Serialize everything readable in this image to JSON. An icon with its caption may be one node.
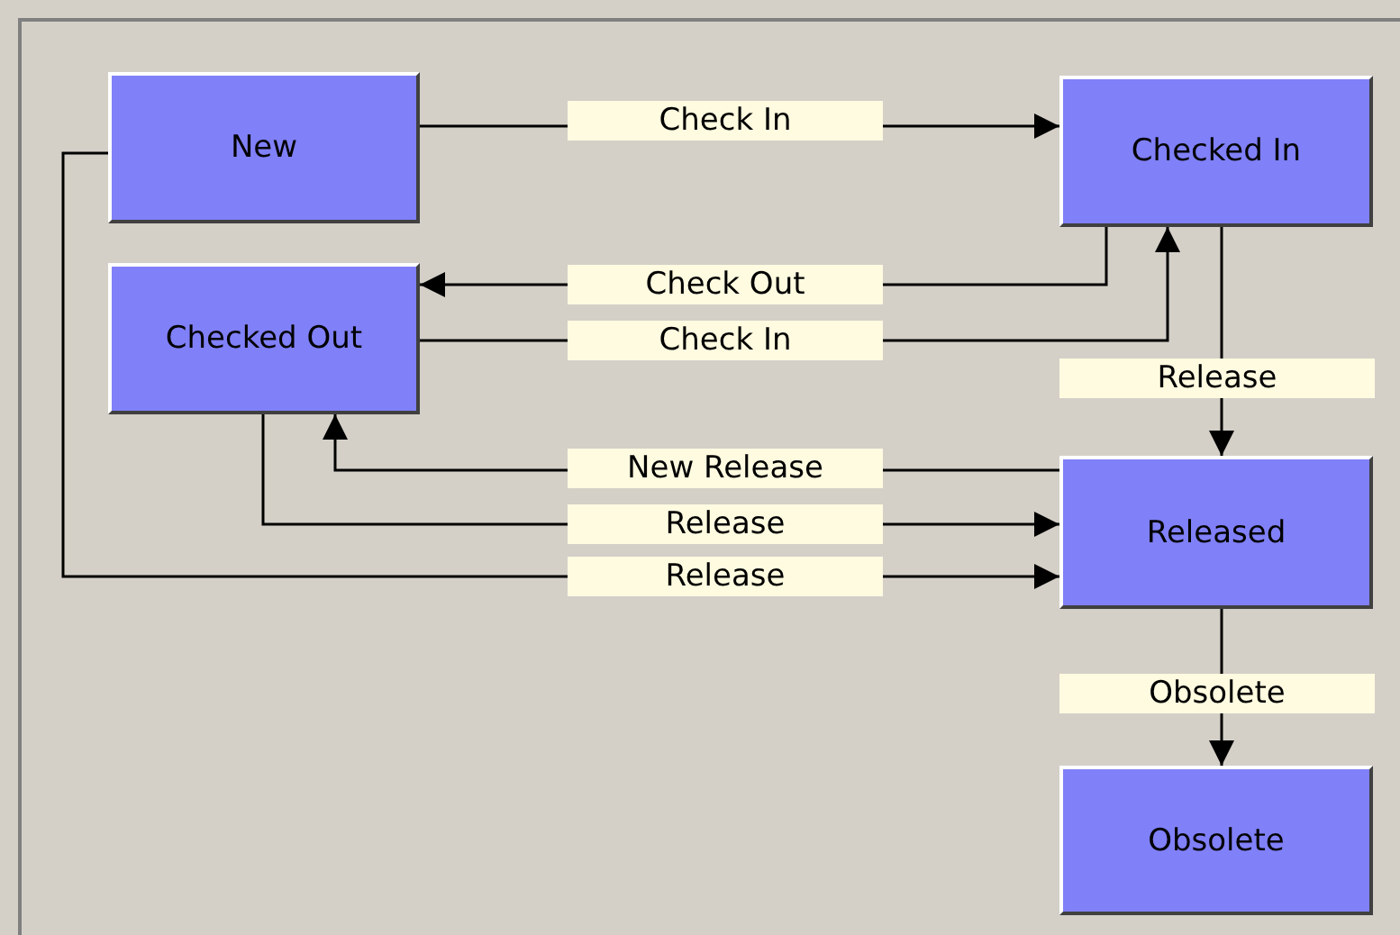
{
  "diagram": {
    "nodes": [
      {
        "text": [
          "New"
        ]
      },
      {
        "text": [
          "Checked In"
        ]
      },
      {
        "text": [
          "Checked Out"
        ]
      },
      {
        "text": [
          "Released"
        ]
      },
      {
        "text": [
          "Obsolete"
        ]
      }
    ],
    "edges": [
      {
        "from": 0,
        "to": 1,
        "arrow": "to",
        "label": "Check In"
      },
      {
        "from": 1,
        "to": 2,
        "arrow": "to",
        "label": "Check Out"
      },
      {
        "from": 2,
        "to": 1,
        "arrow": "to",
        "label": "Check In"
      },
      {
        "from": 1,
        "to": 3,
        "arrow": "to",
        "label": "Release"
      },
      {
        "from": 3,
        "to": 2,
        "arrow": "to",
        "label": "New Release"
      },
      {
        "from": 2,
        "to": 3,
        "arrow": "to",
        "label": "Release"
      },
      {
        "from": 0,
        "to": 3,
        "arrow": "to",
        "label": "Release"
      },
      {
        "from": 3,
        "to": 4,
        "arrow": "to",
        "label": "Obsolete"
      }
    ]
  }
}
